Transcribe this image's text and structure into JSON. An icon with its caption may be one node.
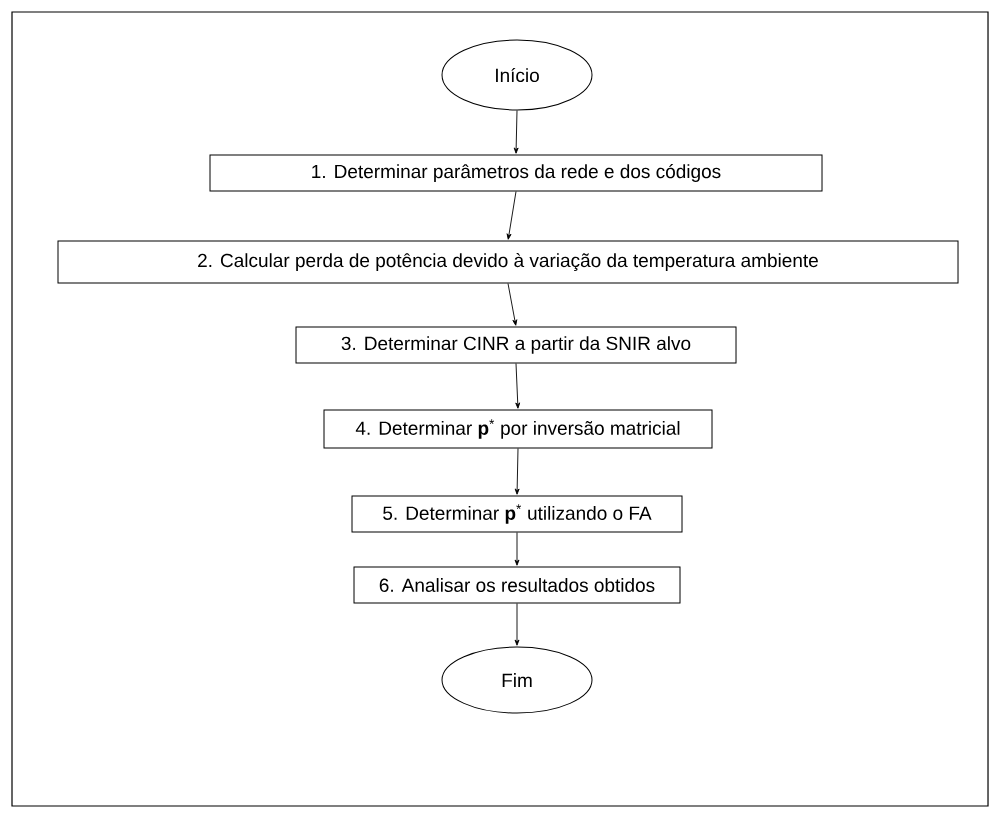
{
  "diagram": {
    "nodes": [
      {
        "text": [
          "Início"
        ]
      },
      {
        "text": [
          "1. Determinar parâmetros da rede e dos códigos"
        ]
      },
      {
        "text": [
          "2. Calcular perda de potência devido à variação da temperatura ambiente"
        ]
      },
      {
        "text": [
          "3. Determinar CINR a partir da SNIR alvo"
        ]
      },
      {
        "text": [
          "4. Determinar **p**$^{*}$ por inversão matricial"
        ]
      },
      {
        "text": [
          "5. Determinar **p**$^{*}$ utilizando o FA"
        ]
      },
      {
        "text": [
          "6. Analisar os resultados obtidos"
        ]
      },
      {
        "text": [
          "Fim"
        ]
      }
    ],
    "edges": [
      {
        "from": 0,
        "to": 1,
        "arrow": "to"
      },
      {
        "from": 1,
        "to": 2,
        "arrow": "to"
      },
      {
        "from": 2,
        "to": 3,
        "arrow": "to"
      },
      {
        "from": 3,
        "to": 4,
        "arrow": "to"
      },
      {
        "from": 4,
        "to": 5,
        "arrow": "to"
      },
      {
        "from": 5,
        "to": 6,
        "arrow": "to"
      },
      {
        "from": 6,
        "to": 7,
        "arrow": "to"
      }
    ]
  }
}
